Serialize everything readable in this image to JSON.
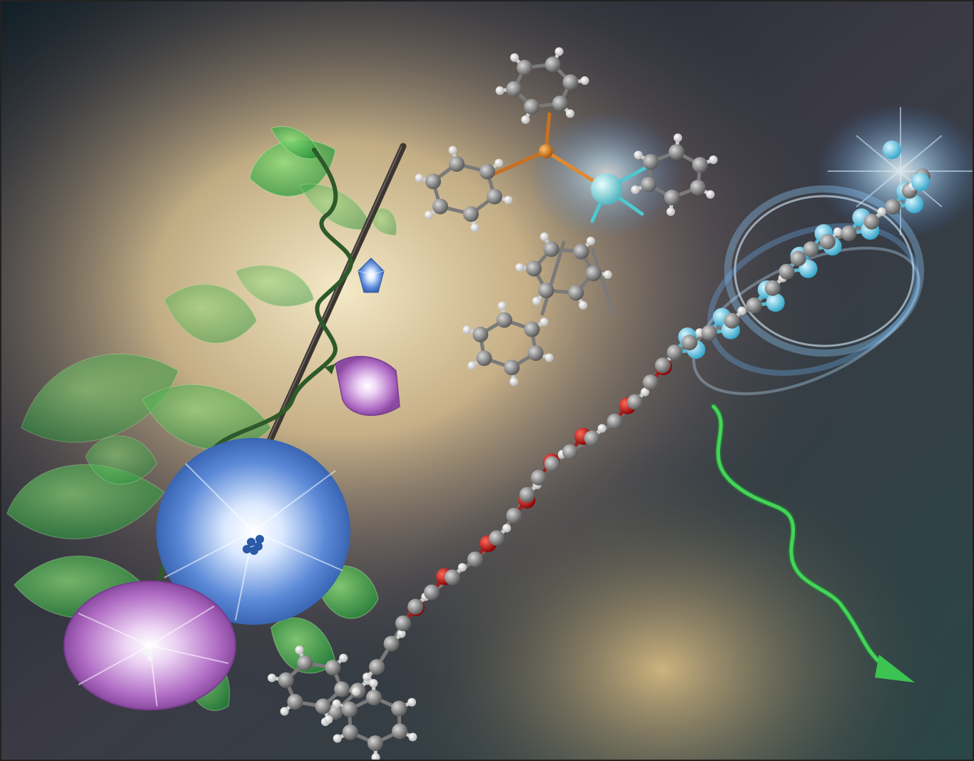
{
  "scene": {
    "palette": {
      "background_dark": "#1a2a32",
      "glow_warm": "#ffe8b0",
      "glow_blue": "#cfe9ff",
      "leaf_green": "#3fb54a",
      "flower_blue": "#4f7fcf",
      "flower_purple": "#b66fc8",
      "carbon": "#8a8a8a",
      "hydrogen": "#f2f2f2",
      "oxygen": "#d01818",
      "fluorine": "#6fd0e8",
      "phosphorus": "#e0821c",
      "metal": "#8fd8dd",
      "arrow_green": "#34c24a",
      "frame": "#222222"
    },
    "icons": [
      "vine-plant",
      "stick",
      "morning-glory-flowers",
      "metal-catalyst-molecule",
      "polymer-chain",
      "fluorinated-chain",
      "wavy-arrow"
    ]
  }
}
